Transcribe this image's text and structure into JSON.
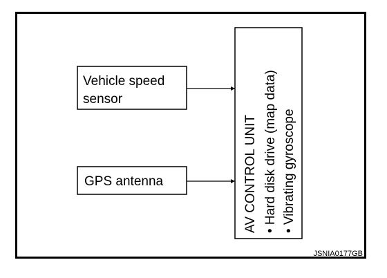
{
  "diagram": {
    "vehicle_speed_sensor": {
      "line1": "Vehicle speed",
      "line2": "sensor"
    },
    "gps_antenna": {
      "label": "GPS antenna"
    },
    "av_control_unit": {
      "title": "AV CONTROL UNIT",
      "item1": "• Hard disk drive (map data)",
      "item2": "• Vibrating gyroscope"
    },
    "reference_code": "JSNIA0177GB"
  }
}
